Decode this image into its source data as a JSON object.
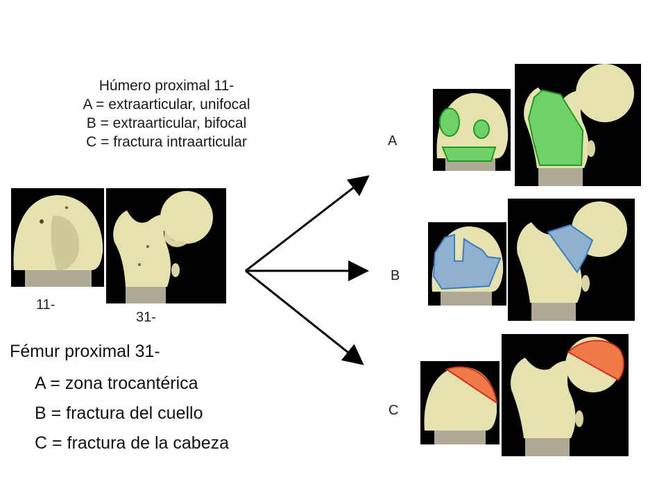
{
  "humerus": {
    "title": "Húmero proximal 11-",
    "a": "A = extraarticular, unifocal",
    "b": "B = extraarticular, bifocal",
    "c": "C = fractura intraarticular"
  },
  "femur": {
    "title": "Fémur proximal 31-",
    "a": "A = zona trocantérica",
    "b": "B = fractura del cuello",
    "c": "C = fractura de la cabeza"
  },
  "bone_labels": {
    "humerus": "11-",
    "femur": "31-"
  },
  "class_labels": {
    "a": "A",
    "b": "B",
    "c": "C"
  },
  "colors": {
    "bone": "#e6e2b0",
    "bone_shadow": "#bdb78a",
    "shaft_gray": "#aeaa96",
    "zone_a": "#6fd16a",
    "zone_a_stroke": "#1e9b1e",
    "zone_b": "#8fb0cf",
    "zone_b_stroke": "#3b7cc4",
    "zone_c": "#f07a4a",
    "zone_c_stroke": "#d2301c",
    "arrow": "#000000"
  }
}
